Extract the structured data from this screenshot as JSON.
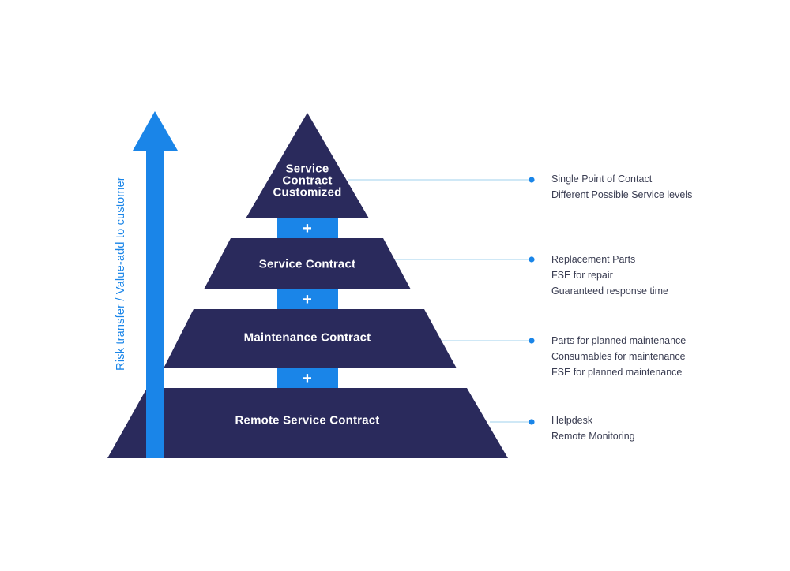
{
  "axis_label": "Risk transfer / Value-add to customer",
  "connector_symbol": "+",
  "colors": {
    "tier_fill": "#2a2a5c",
    "accent_blue": "#1a85e8",
    "connector_line": "#9fd0ee",
    "feature_text": "#3a3d52"
  },
  "tiers": [
    {
      "label_lines": [
        "Service",
        "Contract",
        "Customized"
      ],
      "features": [
        "Single Point of Contact",
        "Different Possible Service levels"
      ]
    },
    {
      "label_lines": [
        "Service Contract"
      ],
      "features": [
        "Replacement Parts",
        "FSE for repair",
        "Guaranteed response time"
      ]
    },
    {
      "label_lines": [
        "Maintenance Contract"
      ],
      "features": [
        "Parts for planned maintenance",
        "Consumables for maintenance",
        "FSE for planned maintenance"
      ]
    },
    {
      "label_lines": [
        "Remote Service Contract"
      ],
      "features": [
        "Helpdesk",
        "Remote Monitoring"
      ]
    }
  ]
}
